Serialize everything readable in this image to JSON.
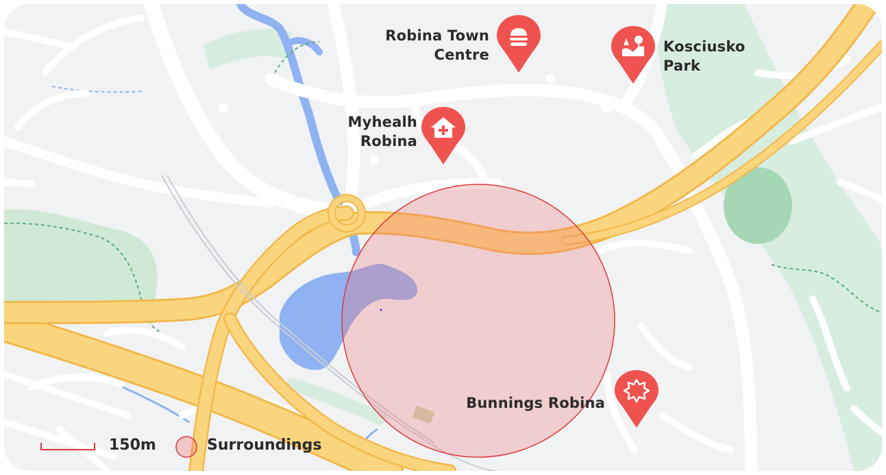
{
  "map": {
    "colors": {
      "land": "#f1f2f4",
      "road": "#ffffff",
      "highway": "#fbd57e",
      "highway_edge": "#f2b84b",
      "water": "#8fb2f2",
      "park": "#cfe9d6",
      "park_dark": "#a5d7b4",
      "pin": "#ef5350",
      "radius_fill": "rgba(240,120,120,0.30)",
      "radius_stroke": "#d93a3a"
    },
    "pois": [
      {
        "id": "robina-town-centre",
        "lines": [
          "Robina Town",
          "Centre"
        ],
        "icon": "burger-icon"
      },
      {
        "id": "kosciusko-park",
        "lines": [
          "Kosciusko",
          "Park"
        ],
        "icon": "park-icon"
      },
      {
        "id": "myhealh-robina",
        "lines": [
          "Myhealh",
          "Robina"
        ],
        "icon": "medical-house-icon"
      },
      {
        "id": "bunnings-robina",
        "lines": [
          "Bunnings Robina"
        ],
        "icon": "badge-icon"
      }
    ]
  },
  "legend": {
    "scale_label": "150m",
    "surroundings_label": "Surroundings"
  }
}
